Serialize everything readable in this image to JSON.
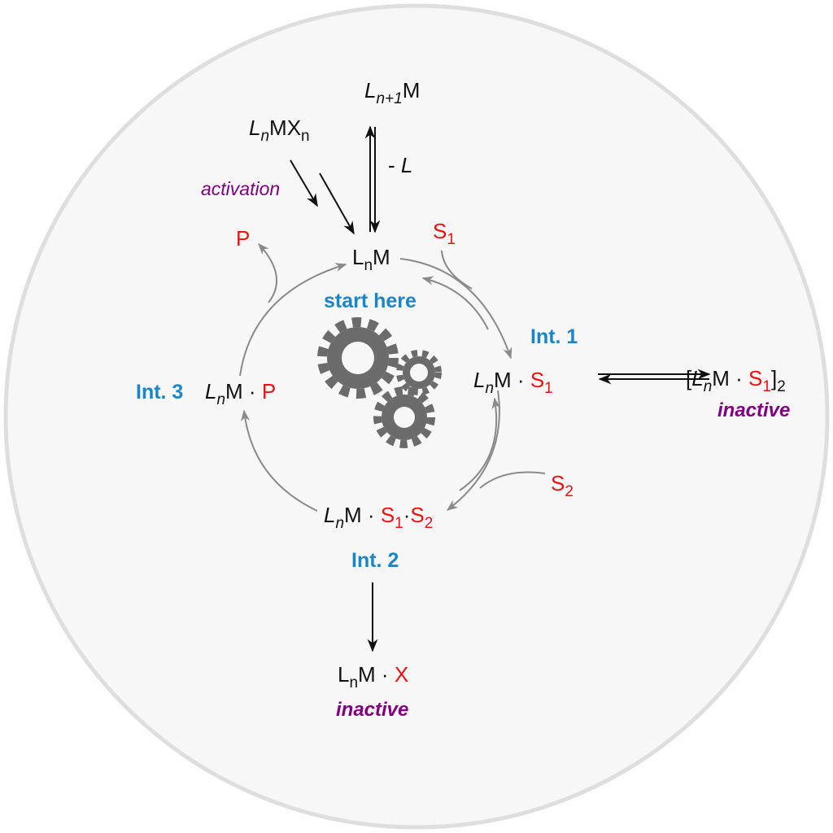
{
  "colors": {
    "red": "#ee1111",
    "black": "#111111",
    "blue": "#1a86c8",
    "purple": "#800080",
    "gear": "#6b6b6b"
  },
  "formulas": {
    "ln1m": [
      {
        "t": "L",
        "i": true
      },
      {
        "t": "n+1",
        "i": true,
        "sub": true
      },
      {
        "t": "M"
      }
    ],
    "lnmxn": [
      {
        "t": "L",
        "i": true
      },
      {
        "t": "n",
        "i": true,
        "sub": true
      },
      {
        "t": "MX"
      },
      {
        "t": "n",
        "sub": true
      }
    ],
    "minus_l": [
      {
        "t": "- "
      },
      {
        "t": "L",
        "i": true
      }
    ],
    "lnm": [
      {
        "t": "L"
      },
      {
        "t": "n",
        "sub": true
      },
      {
        "t": "M"
      }
    ],
    "s1": [
      {
        "t": "S",
        "c": "red"
      },
      {
        "t": "1",
        "sub": true,
        "c": "red"
      }
    ],
    "p": [
      {
        "t": "P",
        "c": "red"
      }
    ],
    "int1_complex": [
      {
        "t": "L",
        "i": true
      },
      {
        "t": "n",
        "i": true,
        "sub": true
      },
      {
        "t": "M · "
      },
      {
        "t": "S",
        "c": "red"
      },
      {
        "t": "1",
        "sub": true,
        "c": "red"
      }
    ],
    "dimer": [
      {
        "t": "["
      },
      {
        "t": "L",
        "i": true
      },
      {
        "t": "n",
        "i": true,
        "sub": true
      },
      {
        "t": "M · "
      },
      {
        "t": "S",
        "c": "red"
      },
      {
        "t": "1",
        "sub": true,
        "c": "red"
      },
      {
        "t": "]"
      },
      {
        "t": "2",
        "sub": true
      }
    ],
    "int3_complex": [
      {
        "t": "L",
        "i": true
      },
      {
        "t": "n",
        "i": true,
        "sub": true
      },
      {
        "t": "M · "
      },
      {
        "t": "P",
        "c": "red"
      }
    ],
    "s2": [
      {
        "t": "S",
        "c": "red"
      },
      {
        "t": "2",
        "sub": true,
        "c": "red"
      }
    ],
    "int2_complex": [
      {
        "t": "L",
        "i": true
      },
      {
        "t": "n",
        "i": true,
        "sub": true
      },
      {
        "t": "M · "
      },
      {
        "t": "S",
        "c": "red"
      },
      {
        "t": "1",
        "sub": true,
        "c": "red"
      },
      {
        "t": "·"
      },
      {
        "t": "S",
        "c": "red"
      },
      {
        "t": "2",
        "sub": true,
        "c": "red"
      }
    ],
    "lnmx": [
      {
        "t": "L"
      },
      {
        "t": "n",
        "sub": true
      },
      {
        "t": "M · "
      },
      {
        "t": "X",
        "c": "red"
      }
    ]
  },
  "labels": {
    "activation": "activation",
    "start_here": "start here",
    "int1": "Int. 1",
    "int2": "Int. 2",
    "int3": "Int. 3",
    "inactive_dimer": "inactive",
    "inactive_x": "inactive"
  }
}
